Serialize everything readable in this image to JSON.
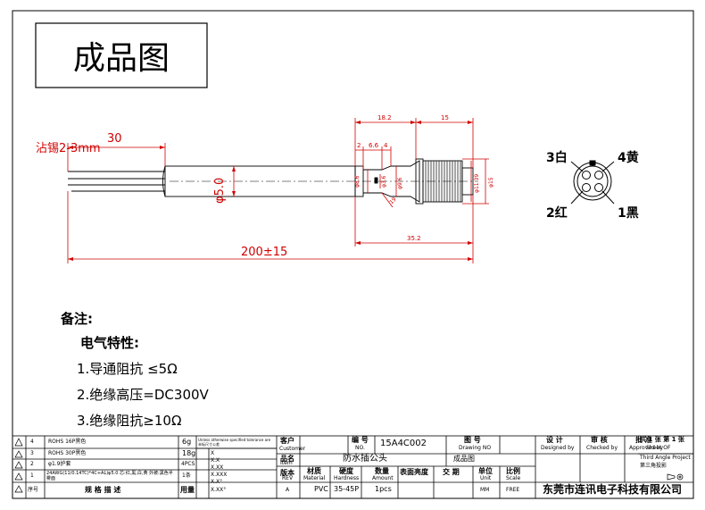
{
  "drawing": {
    "title": "成品图",
    "dimensions": {
      "tin_length": "30",
      "tin_note": "沾锡2-3mm",
      "cable_dia": "φ5.0",
      "total_length": "200±15",
      "d_18_2": "18.2",
      "d_15": "15",
      "d_2": "2",
      "d_6_6": "6.6",
      "d_4": "4",
      "d_phi8_6": "φ8.6",
      "d_phi3_6": "φ3.6",
      "d_phi9_6": "φ9.6",
      "d_phi11_39": "φ11.39",
      "d_phi15": "φ15",
      "d_19": "19",
      "d_35_2": "35.2"
    },
    "pins": {
      "p3": "3白",
      "p4": "4黄",
      "p2": "2红",
      "p1": "1黑"
    }
  },
  "notes": {
    "heading": "备注:",
    "subheading": "电气特性:",
    "items": [
      "1.导通阻抗 ≤5Ω",
      "2.绝缘高压=DC300V",
      "3.绝缘阻抗≥10Ω"
    ]
  },
  "title_block": {
    "rows": [
      {
        "no": "4",
        "desc": "ROHS 16P黑色",
        "qty": "6g"
      },
      {
        "no": "3",
        "desc": "ROHS 30P黑色",
        "qty": "18g"
      },
      {
        "no": "2",
        "desc": "φ1.9护套",
        "qty": "4PCS"
      },
      {
        "no": "1",
        "desc": "24AWG(11/0.14TC)*4C+AL)φ5.0 芯:红,黑,白,黄 外被:黑色半雾面",
        "qty": "1条"
      }
    ],
    "header_no": "序号",
    "header_desc": "规 格 描 述",
    "header_qty": "用量",
    "tolerance_note": "Unless otherwise specified tolerance are 未标尺寸公差",
    "tolerances": [
      "X",
      "X.X",
      "X.XX",
      "X.XXX",
      "X.X°",
      "X.XX°"
    ],
    "customer_label": "客户",
    "customer_en": "Customer",
    "item_label": "品名",
    "item_en": "Item",
    "item_value": "防水插公头",
    "rev_label": "版本",
    "rev_en": "REV",
    "rev_value": "A",
    "material_label": "材质",
    "material_en": "Material",
    "material_value": "PVC",
    "hardness_label": "硬度",
    "hardness_en": "Hardness",
    "hardness_value": "35-45P",
    "amount_label": "数量",
    "amount_en": "Amount",
    "amount_value": "1pcs",
    "surface_label": "表面亮度",
    "cross_label": "交 期",
    "no_label": "编 号",
    "no_en": "NO.",
    "no_value": "15A4C002",
    "drawing_label": "图 号",
    "drawing_en": "Drawing NO",
    "drawing_value": "成品图",
    "unit_label": "单位",
    "unit_en": "Unit",
    "unit_value": "MM",
    "scale_label": "比例",
    "scale_en": "Scale",
    "scale_value": "FREE",
    "designed_label": "设 计",
    "designed_en": "Designed by",
    "checked_label": "审 核",
    "checked_en": "Checked by",
    "approved_label": "批 准",
    "approved_en": "Approved by",
    "sheet_label": "共 1 张 第 1 张",
    "sheet_en": "Sheet OF",
    "projection": "Third Angle Project",
    "projection_cn": "第三角投影",
    "company": "东莞市连讯电子科技有限公司"
  }
}
